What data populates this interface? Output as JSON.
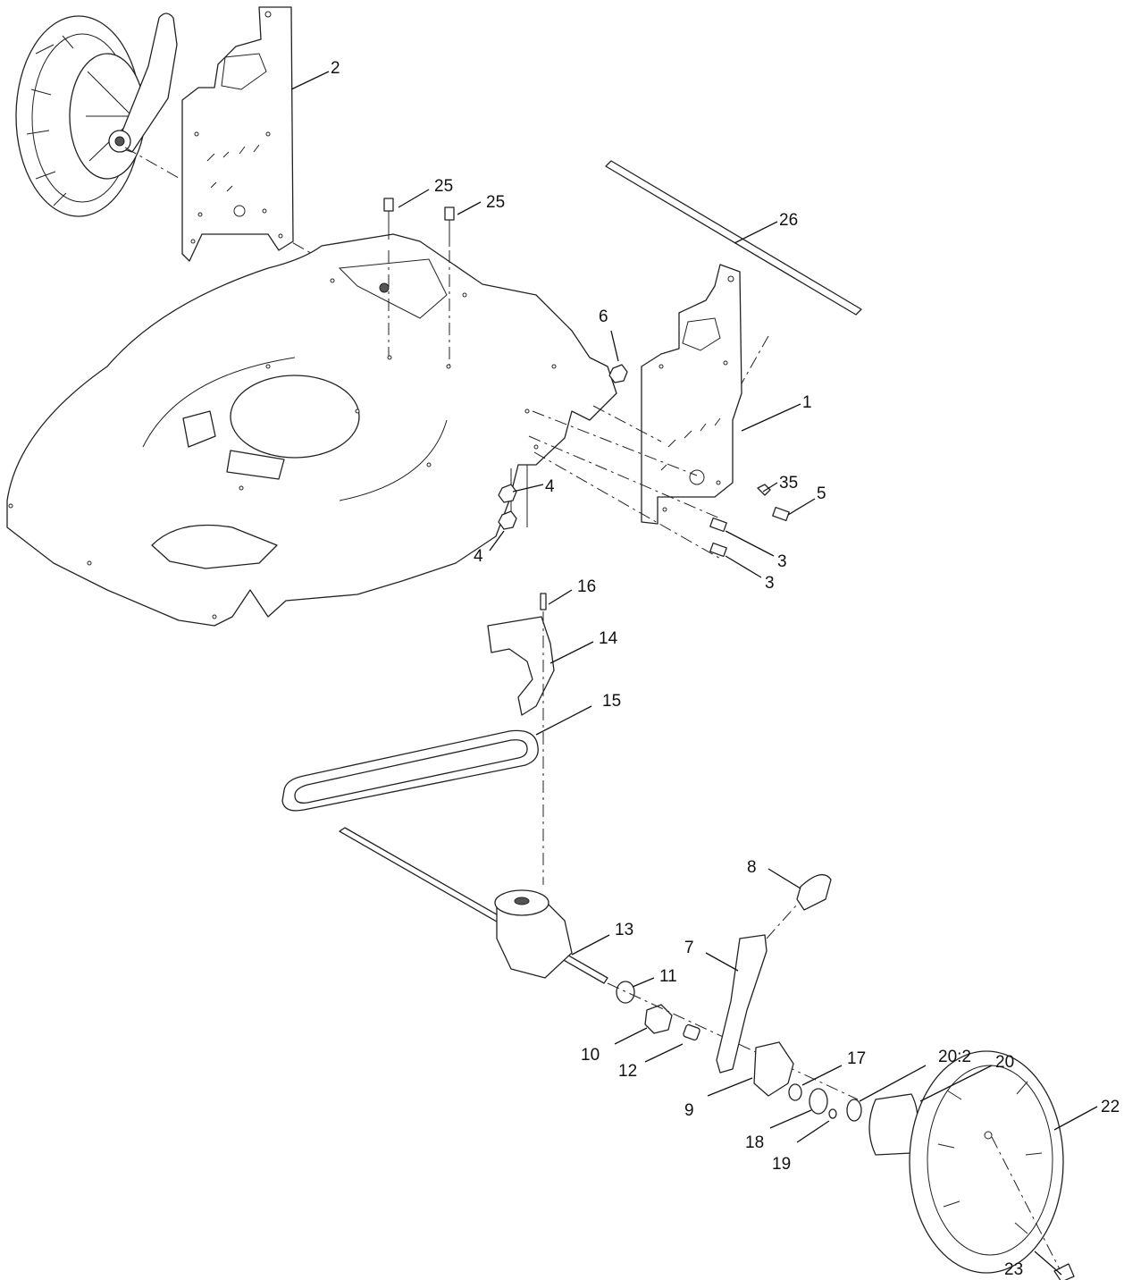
{
  "callouts": {
    "c1": "1",
    "c2": "2",
    "c3a": "3",
    "c3b": "3",
    "c4a": "4",
    "c4b": "4",
    "c5": "5",
    "c6": "6",
    "c7": "7",
    "c8": "8",
    "c9": "9",
    "c10": "10",
    "c11": "11",
    "c12": "12",
    "c13": "13",
    "c14": "14",
    "c15": "15",
    "c16": "16",
    "c17": "17",
    "c18": "18",
    "c19": "19",
    "c20": "20",
    "c20b": "20:2",
    "c22": "22",
    "c23": "23",
    "c25a": "25",
    "c25b": "25",
    "c26": "26",
    "c35": "35"
  }
}
